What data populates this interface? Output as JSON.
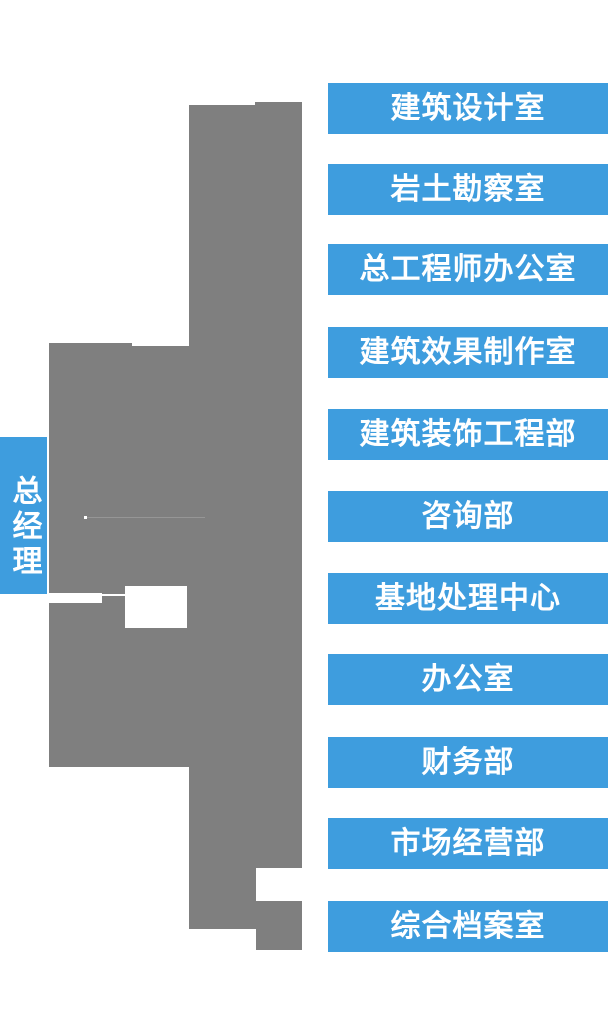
{
  "org_chart": {
    "root": {
      "label": "总经理"
    },
    "departments": [
      {
        "label": "建筑设计室"
      },
      {
        "label": "岩土勘察室"
      },
      {
        "label": "总工程师办公室"
      },
      {
        "label": "建筑效果制作室"
      },
      {
        "label": "建筑装饰工程部"
      },
      {
        "label": "咨询部"
      },
      {
        "label": "基地处理中心"
      },
      {
        "label": "办公室"
      },
      {
        "label": "财务部"
      },
      {
        "label": "市场经营部"
      },
      {
        "label": "综合档案室"
      }
    ]
  },
  "colors": {
    "node_blue": "#3E9DDE",
    "connector_gray": "#7F7F7F",
    "text_white": "#FFFFFF"
  }
}
